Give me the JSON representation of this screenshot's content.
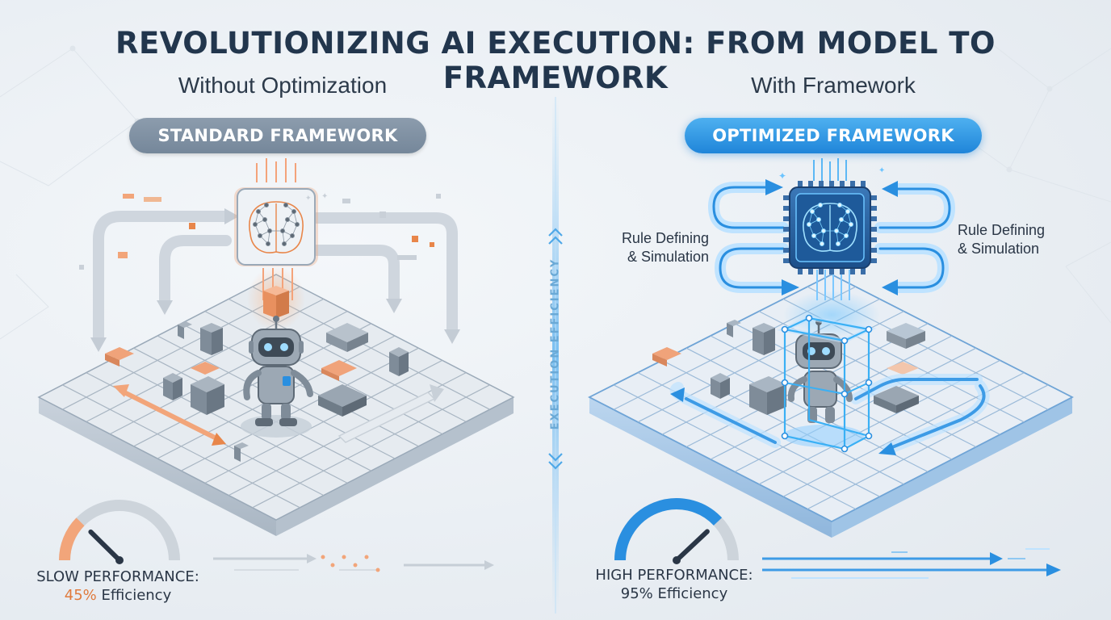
{
  "title": "REVOLUTIONIZING AI EXECUTION: FROM MODEL TO FRAMEWORK",
  "divider": {
    "label": "EXECUTION EFFICIENCY"
  },
  "left": {
    "subtitle": "Without Optimization",
    "pill": "STANDARD FRAMEWORK",
    "gauge_label": "SLOW PERFORMANCE:",
    "gauge_value_pct": "45%",
    "gauge_value_word": "Efficiency",
    "gauge_fraction": 0.45
  },
  "right": {
    "subtitle": "With Framework",
    "pill": "OPTIMIZED FRAMEWORK",
    "side_label_left_1": "Rule Defining",
    "side_label_left_2": "& Simulation",
    "side_label_right_1": "Rule Defining",
    "side_label_right_2": "& Simulation",
    "gauge_label": "HIGH PERFORMANCE:",
    "gauge_value_pct": "95%",
    "gauge_value_word": "Efficiency",
    "gauge_fraction": 0.95
  },
  "colors": {
    "title": "#22364d",
    "accent_orange": "#e8864a",
    "accent_blue": "#2a8fe0",
    "tile": "#e4e9ef",
    "tile_edge": "#9aa9b8",
    "block": "#7f8c99"
  },
  "icons": {
    "left_chip": "neural-network-brain-icon",
    "right_chip": "glowing-processor-brain-icon",
    "robot": "robot-icon",
    "gauge": "speedometer-icon"
  }
}
